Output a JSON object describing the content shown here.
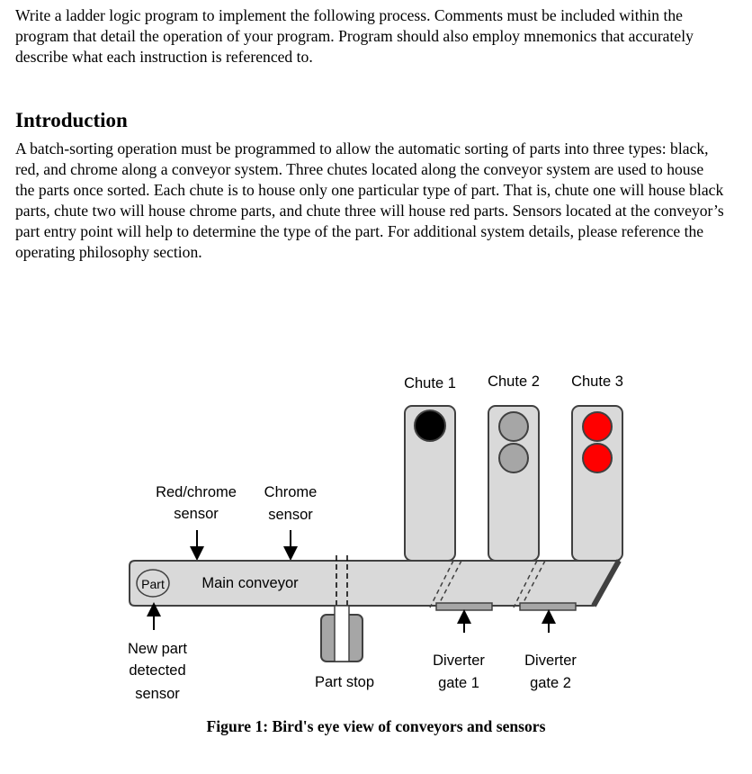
{
  "instructions": "Write a ladder logic program to implement the following process. Comments must be included within the program that detail the operation of your program. Program should also employ mnemonics that accurately describe what each instruction is referenced to.",
  "introduction": {
    "heading": "Introduction",
    "body": "A batch-sorting operation must be programmed to allow the automatic sorting of parts into three types: black, red, and chrome along a conveyor system. Three chutes located along the conveyor system are used to house the parts once sorted. Each chute is to house only one particular type of part. That is, chute one will house black parts, chute two will house chrome parts, and chute three will house red parts. Sensors located at the conveyor’s part entry point will help to determine the type of the part. For additional system details, please reference the operating philosophy section."
  },
  "figure": {
    "chutes": [
      {
        "label": "Chute 1",
        "part_color": "#000000",
        "part_count": 1
      },
      {
        "label": "Chute 2",
        "part_color": "#a6a6a6",
        "part_count": 2
      },
      {
        "label": "Chute 3",
        "part_color": "#ff0000",
        "part_count": 2
      }
    ],
    "sensors": {
      "red_chrome_line1": "Red/chrome",
      "red_chrome_line2": "sensor",
      "chrome_line1": "Chrome",
      "chrome_line2": "sensor",
      "new_part_line1": "New part",
      "new_part_line2": "detected",
      "new_part_line3": "sensor"
    },
    "part_label": "Part",
    "conveyor_label": "Main conveyor",
    "part_stop_label": "Part stop",
    "diverters": [
      {
        "line1": "Diverter",
        "line2": "gate 1"
      },
      {
        "line1": "Diverter",
        "line2": "gate 2"
      }
    ],
    "caption": "Figure 1: Bird's eye view of conveyors and sensors",
    "colors": {
      "conveyor": "#d9d9d9",
      "stroke": "#404040",
      "gate": "#a6a6a6"
    }
  }
}
